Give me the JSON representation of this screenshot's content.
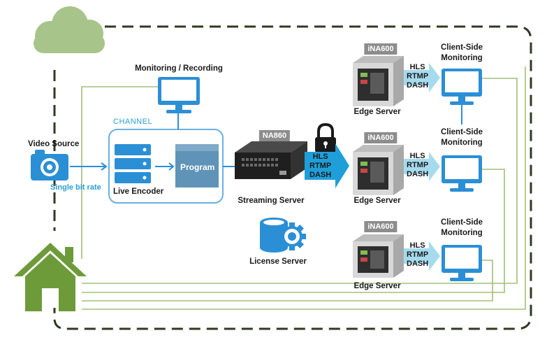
{
  "badges": {
    "na860": "NA860",
    "ina600_top": "iNA600",
    "ina600_mid": "iNA600",
    "ina600_bot": "iNA600"
  },
  "labels": {
    "monitoring_recording": "Monitoring / Recording",
    "channel": "CHANNEL",
    "video_source": "Video Source",
    "single_bit_rate": "Single bit rate",
    "program": "Program",
    "live_encoder": "Live Encoder",
    "streaming_server": "Streaming Server",
    "license_server": "License Server",
    "edge_server_top": "Edge Server",
    "edge_server_mid": "Edge Server",
    "edge_server_bot": "Edge Server",
    "client_top_1": "Client-Side",
    "client_top_2": "Monitoring",
    "client_mid_1": "Client-Side",
    "client_mid_2": "Monitoring",
    "client_bot_1": "Client-Side",
    "client_bot_2": "Monitoring"
  },
  "protocols": {
    "main": [
      "HLS",
      "RTMP",
      "DASH"
    ],
    "top": [
      "HLS",
      "RTMP",
      "DASH"
    ],
    "mid": [
      "HLS",
      "RTMP",
      "DASH"
    ],
    "bot": [
      "HLS",
      "RTMP",
      "DASH"
    ]
  },
  "colors": {
    "dashed_border": "#2f3a22",
    "green_lines": "#9fc07a",
    "cloud": "#a7c48a",
    "house": "#6e9b3a",
    "accent_blue": "#2b8fd6",
    "channel_box": "#6ab0e2",
    "program_box": "#5f94b8",
    "arrow_light": "#a6dbee",
    "arrow_main": "#1f9fd9"
  },
  "icons": [
    "cloud-icon",
    "house-icon",
    "camera-icon",
    "server-rack-icon",
    "lock-icon",
    "database-gear-icon",
    "monitor-icon",
    "edge-server-icon"
  ]
}
